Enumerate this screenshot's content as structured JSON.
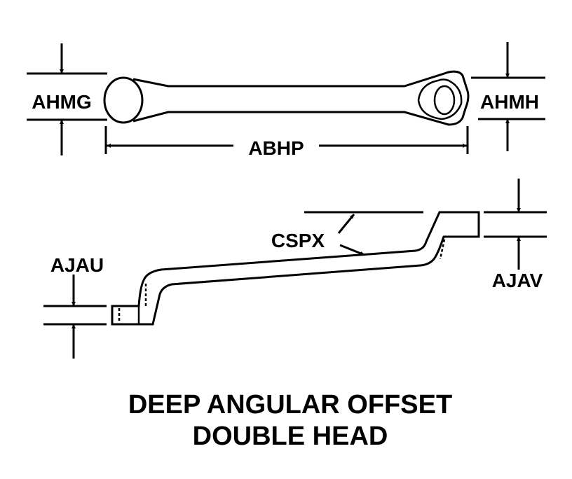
{
  "labels": {
    "ahmg": "AHMG",
    "ahmh": "AHMH",
    "abhp": "ABHP",
    "cspx": "CSPX",
    "ajau": "AJAU",
    "ajav": "AJAV"
  },
  "title": {
    "line1": "DEEP ANGULAR OFFSET",
    "line2": "DOUBLE HEAD"
  }
}
